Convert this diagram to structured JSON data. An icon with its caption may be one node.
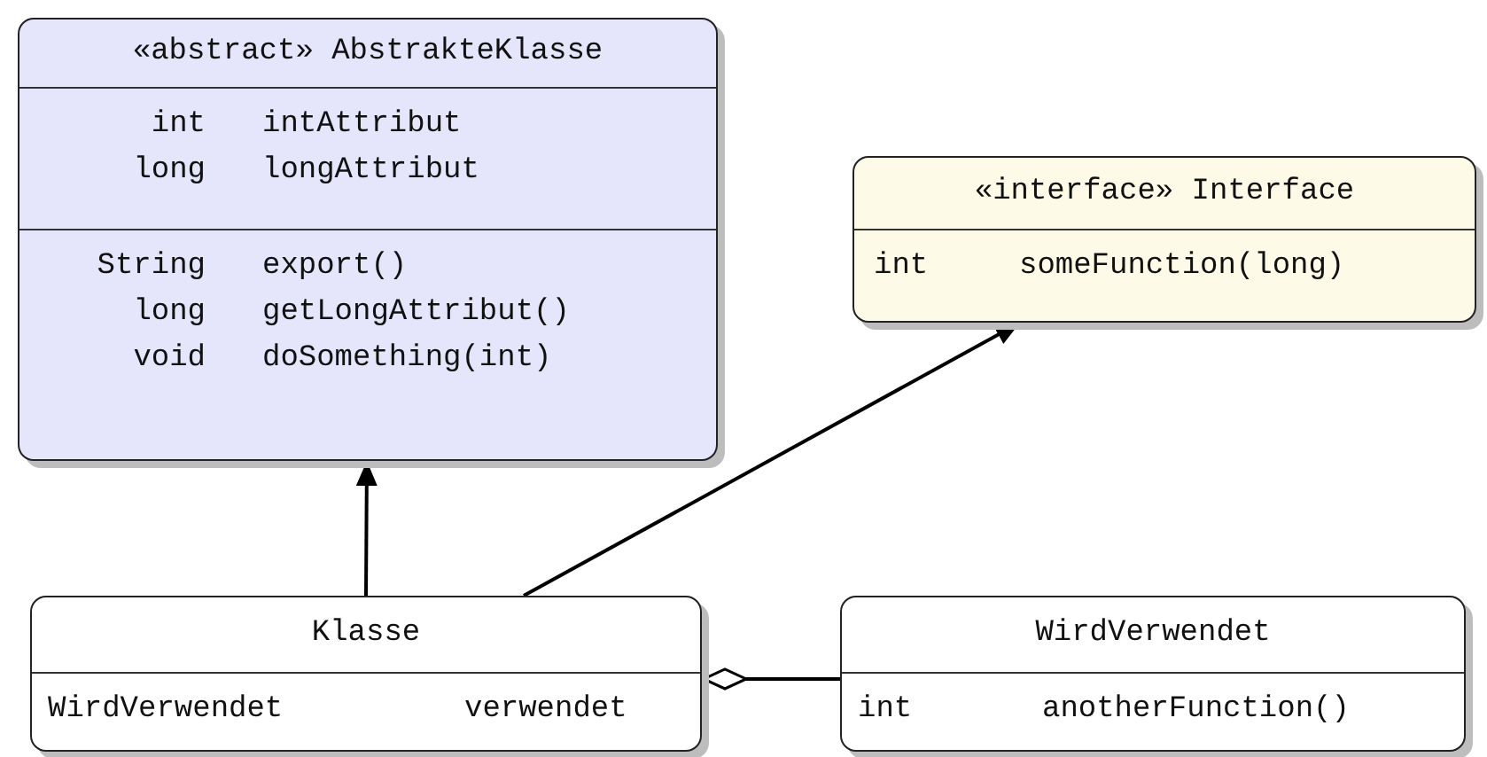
{
  "diagram": {
    "nodes": [
      {
        "text": [
          "«abstract» AbstrakteKlasse",
          "int",
          "intAttribut",
          "long",
          "longAttribut",
          "String",
          "export()",
          "long",
          "getLongAttribut()",
          "void",
          "doSomething(int)"
        ]
      },
      {
        "text": [
          "«interface» Interface",
          "int",
          "someFunction(long)"
        ]
      },
      {
        "text": [
          "Klasse",
          "WirdVerwendet",
          "verwendet"
        ]
      },
      {
        "text": [
          "WirdVerwendet",
          "int",
          "anotherFunction()"
        ]
      }
    ],
    "edges": [
      {
        "from": 2,
        "to": 0,
        "arrow": "to"
      },
      {
        "from": 2,
        "to": 1,
        "arrow": "to"
      },
      {
        "from": 2,
        "to": 3,
        "arrow": "other"
      }
    ]
  }
}
